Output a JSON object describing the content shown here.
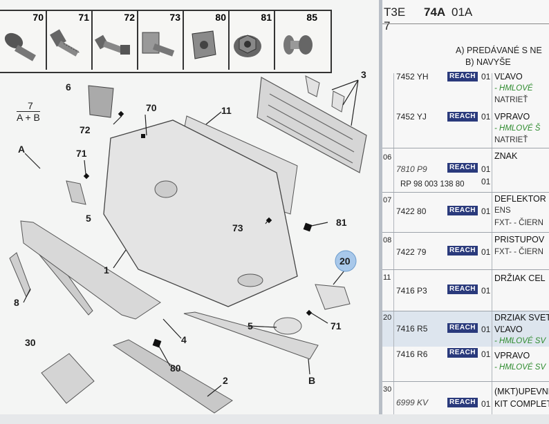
{
  "fasteners": [
    {
      "num": "70",
      "icon": "bolt-icon"
    },
    {
      "num": "71",
      "icon": "screw-icon"
    },
    {
      "num": "72",
      "icon": "screw-icon"
    },
    {
      "num": "73",
      "icon": "stud-plate-icon"
    },
    {
      "num": "80",
      "icon": "clip-nut-icon"
    },
    {
      "num": "81",
      "icon": "flange-nut-icon"
    },
    {
      "num": "85",
      "icon": "push-rivet-icon"
    }
  ],
  "callouts": {
    "n3": "3",
    "n6": "6",
    "n7": "7",
    "n7sub": "A + B",
    "n72": "72",
    "n70": "70",
    "n11": "11",
    "A": "A",
    "n71a": "71",
    "n5a": "5",
    "n73": "73",
    "n81": "81",
    "n1": "1",
    "n20": "20",
    "n8": "8",
    "n5b": "5",
    "n71b": "71",
    "n4": "4",
    "n30": "30",
    "n80": "80",
    "n2": "2",
    "B": "B"
  },
  "colors": {
    "reach_badge": "#2a3a7c",
    "hint_green": "#2e8b2e",
    "callout_circle": "#a8c8ea"
  },
  "header": {
    "prefix": "T3E 7",
    "code": "74A",
    "suffix": "01A"
  },
  "legend": {
    "a": "A) PREDÁVANÉ S NE",
    "b": "B) NAVYŠE"
  },
  "rows": [
    {
      "idx": "",
      "ref": "7452 YH",
      "badge": "REACH",
      "qty": "01",
      "desc": "VĽAVO",
      "sub1": "- HMLOVÉ",
      "sub2": "NATRIEŤ"
    },
    {
      "idx": "",
      "ref": "7452 YJ",
      "badge": "REACH",
      "qty": "01",
      "desc": "VPRAVO",
      "sub1": "- HMLOVÉ Š",
      "sub2": "NATRIEŤ"
    },
    {
      "idx": "06",
      "ref": "7810 P9",
      "ref2": "RP 98 003 138 80",
      "badge": "REACH",
      "qty": "01",
      "qty2": "01",
      "desc": "ZNAK"
    },
    {
      "idx": "07",
      "ref": "7422 80",
      "badge": "REACH",
      "qty": "01",
      "desc": "DEFLEKTOR",
      "sub1": "ENS",
      "sub2": "FXT- - ČIERN"
    },
    {
      "idx": "08",
      "ref": "7422 79",
      "badge": "REACH",
      "qty": "01",
      "desc": "PRISTUPOV",
      "sub1": "FXT- - ČIERN"
    },
    {
      "idx": "11",
      "ref": "7416 P3",
      "badge": "REACH",
      "qty": "01",
      "desc": "DRŽIAK CEL"
    },
    {
      "idx": "20",
      "ref": "7416 R5",
      "badge": "REACH",
      "qty": "01",
      "desc": "DRZIAK SVET",
      "desc2": "VĽAVO",
      "sub1": "- HMLOVÉ SV"
    },
    {
      "idx": "",
      "ref": "7416 R6",
      "badge": "REACH",
      "qty": "01",
      "desc": "VPRAVO",
      "sub1": "- HMLOVÉ SV"
    },
    {
      "idx": "30",
      "ref": "6999 KV",
      "badge": "REACH",
      "qty": "01",
      "desc": "(MKT)UPEVNE",
      "desc2": "KIT COMPLET"
    }
  ]
}
